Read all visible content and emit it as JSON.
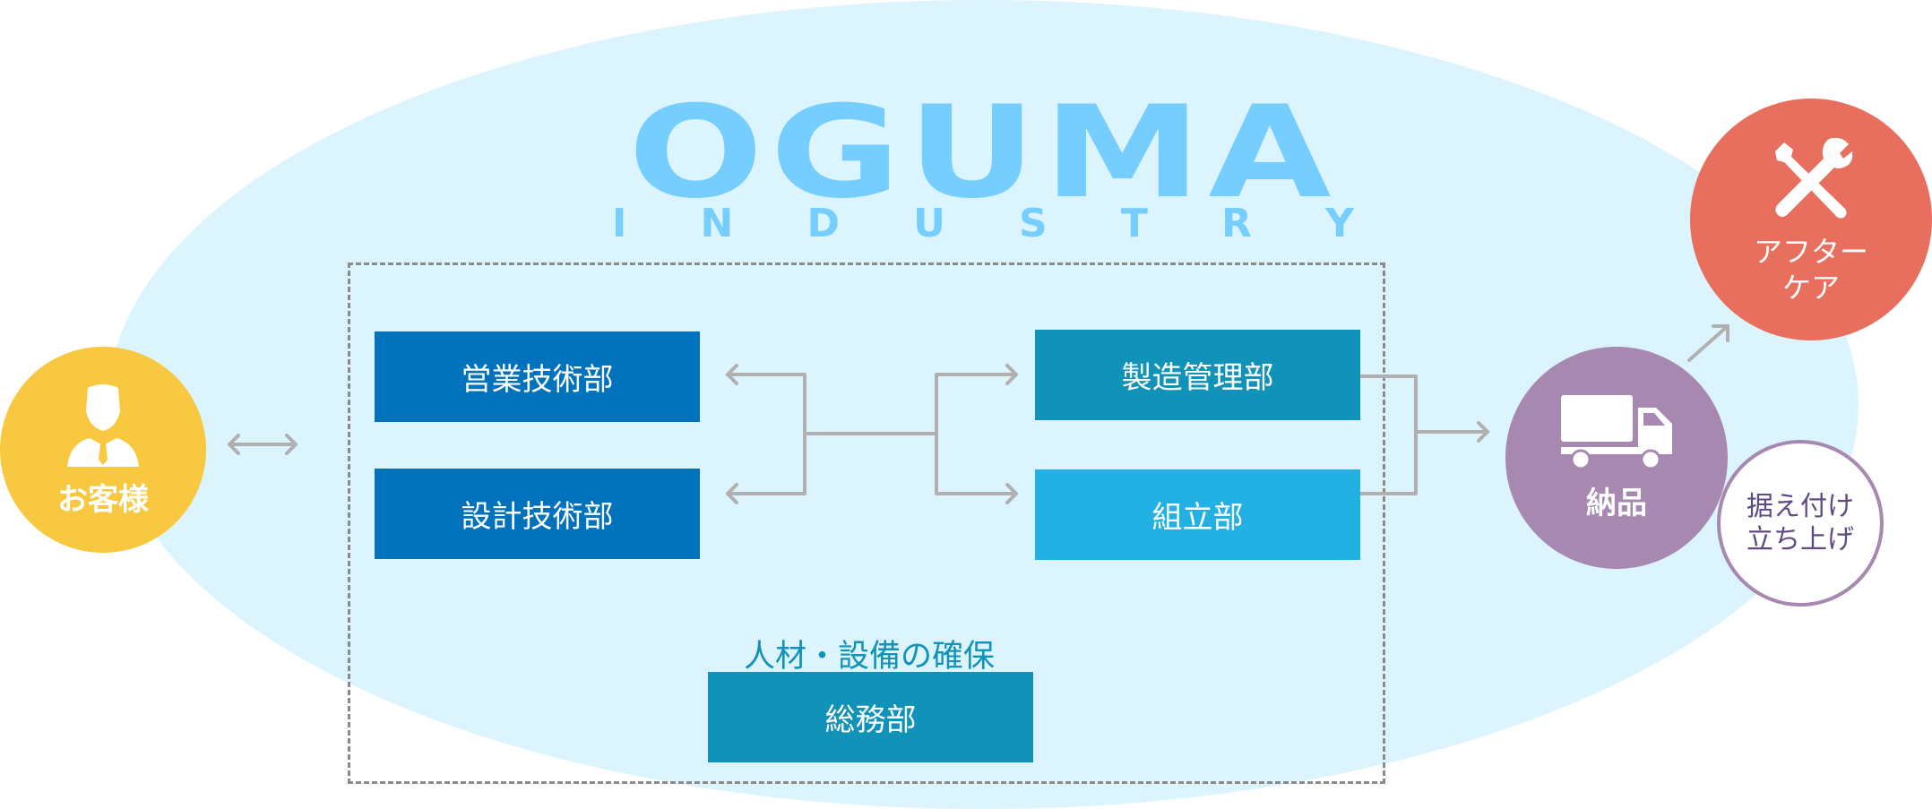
{
  "logo": {
    "name": "OGUMA",
    "subtitle_letters": [
      "I",
      "N",
      "D",
      "U",
      "S",
      "T",
      "R",
      "Y"
    ]
  },
  "customer": {
    "label": "お客様",
    "icon": "businessman-icon"
  },
  "departments": {
    "sales_engineering": "営業技術部",
    "design_engineering": "設計技術部",
    "production_management": "製造管理部",
    "assembly": "組立部",
    "general_affairs": "総務部"
  },
  "general_affairs_note": "人材・設備の確保",
  "delivery": {
    "label": "納品",
    "icon": "truck-icon"
  },
  "installation": {
    "line1": "据え付け",
    "line2": "立ち上げ"
  },
  "aftercare": {
    "line1": "アフター",
    "line2": "ケア",
    "icon": "tools-icon"
  },
  "colors": {
    "ellipse": "#dbf4fd",
    "logo": "#75cefd",
    "customer": "#f8c840",
    "dept_dark": "#0072bc",
    "dept_teal": "#1192b8",
    "dept_light": "#23b0e3",
    "delivery": "#a688b0",
    "aftercare": "#e86e5e",
    "connector": "#b0b0b0"
  }
}
